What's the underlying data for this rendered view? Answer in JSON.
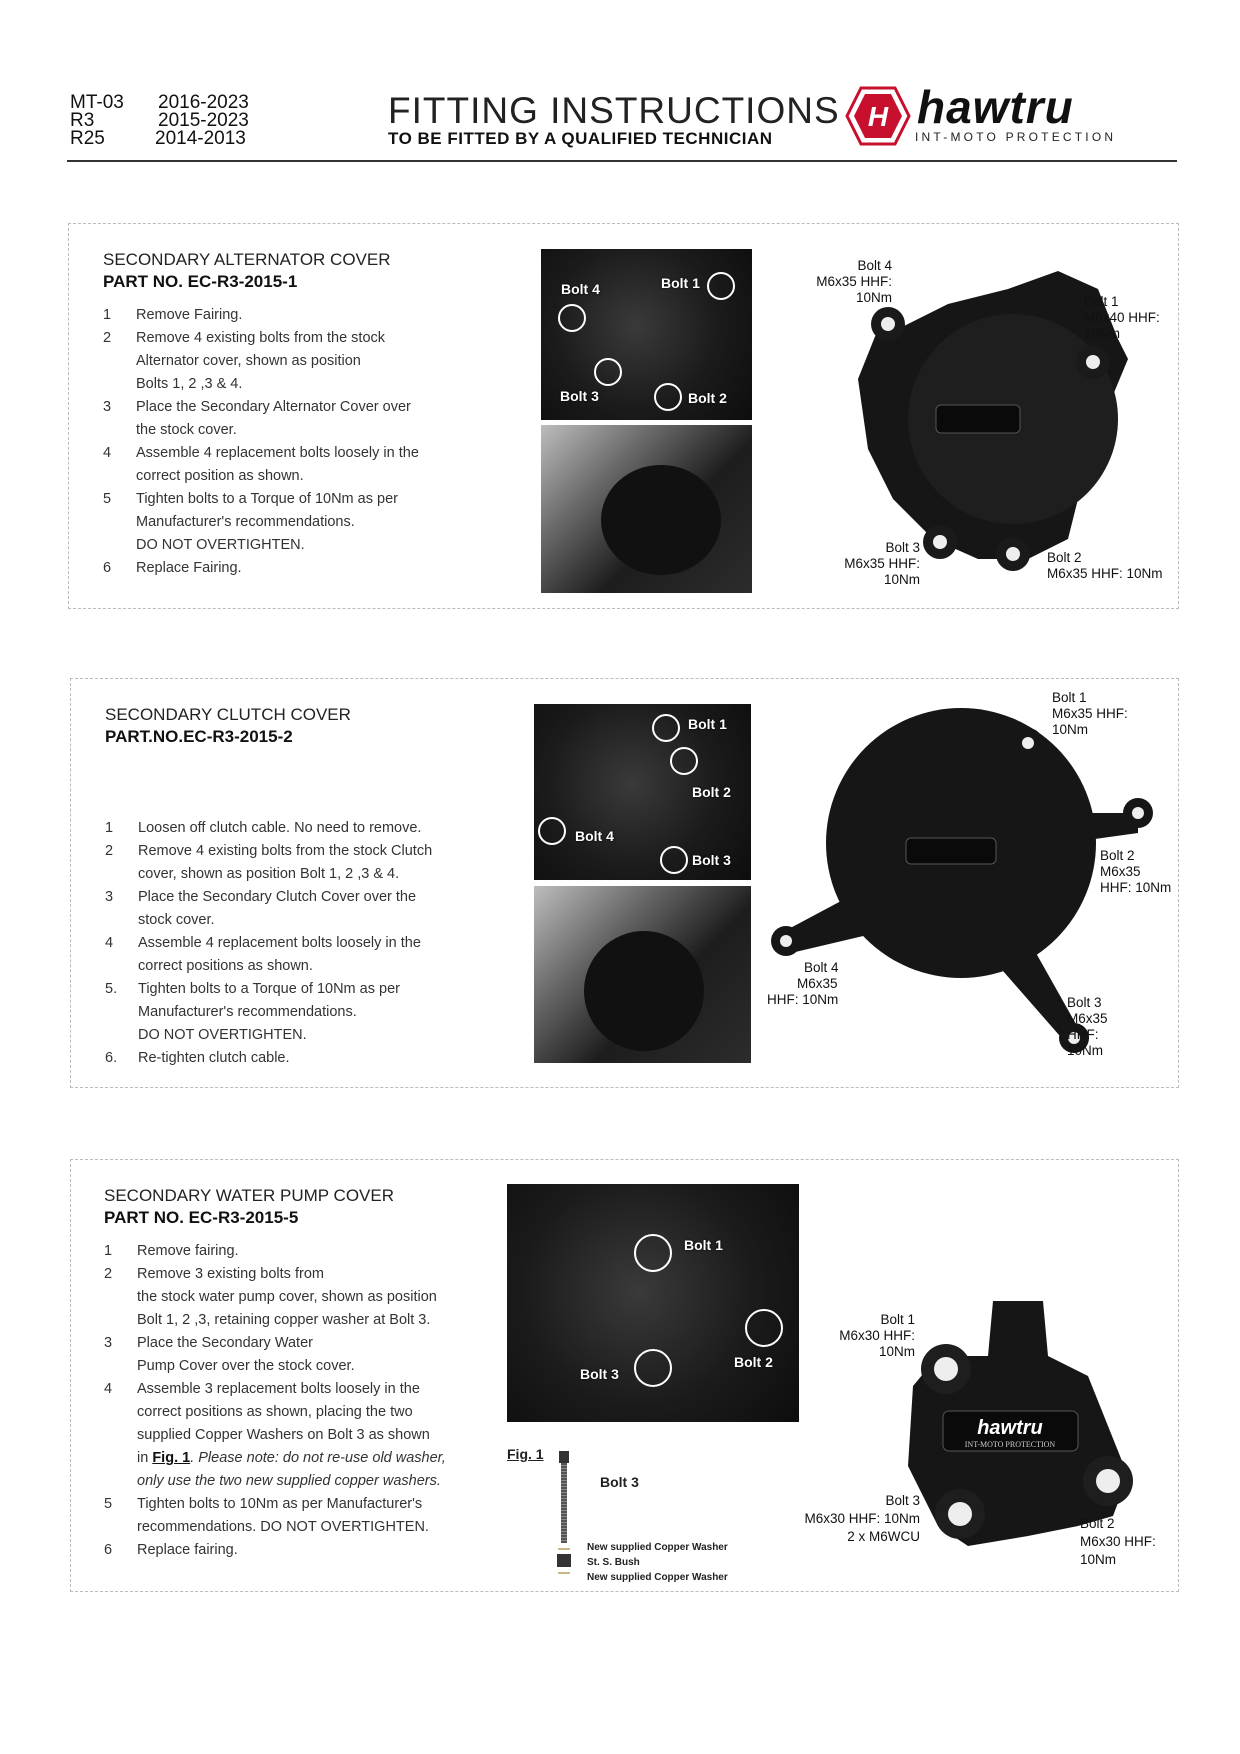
{
  "header": {
    "models": [
      {
        "model": "MT-03",
        "years": "2016-2023"
      },
      {
        "model": "R3",
        "years": "2015-2023"
      },
      {
        "model": "R25",
        "years": "2014-2013"
      }
    ],
    "title": "FITTING INSTRUCTIONS",
    "subtitle": "TO BE FITTED BY A QUALIFIED TECHNICIAN",
    "logo_word": "hawtru",
    "logo_tagline": "INT-MOTO PROTECTION"
  },
  "colors": {
    "brand_red": "#c8102e",
    "text": "#222222"
  },
  "sections": [
    {
      "title": "SECONDARY ALTERNATOR COVER",
      "part": "PART NO. EC-R3-2015-1",
      "steps": [
        {
          "n": "1",
          "lines": [
            "Remove Fairing."
          ]
        },
        {
          "n": "2",
          "lines": [
            "Remove 4 existing bolts from the stock",
            "Alternator cover, shown as position",
            "Bolts 1, 2 ,3 & 4."
          ]
        },
        {
          "n": "3",
          "lines": [
            "Place the Secondary Alternator Cover over",
            "the stock cover."
          ]
        },
        {
          "n": "4",
          "lines": [
            "Assemble 4 replacement bolts loosely in the",
            "correct position as shown."
          ]
        },
        {
          "n": "5",
          "lines": [
            "Tighten bolts to a Torque of 10Nm as per",
            "Manufacturer's recommendations.",
            "DO NOT OVERTIGHTEN."
          ]
        },
        {
          "n": "6",
          "lines": [
            "Replace Fairing."
          ]
        }
      ],
      "photo_labels": [
        "Bolt 4",
        "Bolt 1",
        "Bolt 3",
        "Bolt 2"
      ],
      "bolts": {
        "b4": [
          "Bolt 4",
          "M6x35 HHF:",
          "10Nm"
        ],
        "b1": [
          "Bolt 1",
          "M6x40 HHF:",
          "10Nm"
        ],
        "b3": [
          "Bolt 3",
          "M6x35 HHF:",
          "10Nm"
        ],
        "b2": [
          "Bolt 2",
          "M6x35 HHF: 10Nm"
        ]
      }
    },
    {
      "title": "SECONDARY CLUTCH COVER",
      "part": "PART.NO.EC-R3-2015-2",
      "steps": [
        {
          "n": "1",
          "lines": [
            "Loosen off clutch cable. No need to remove."
          ]
        },
        {
          "n": "2",
          "lines": [
            "Remove 4 existing bolts from the stock Clutch",
            "cover, shown as position Bolt 1, 2 ,3 & 4."
          ]
        },
        {
          "n": "3",
          "lines": [
            "Place the Secondary Clutch Cover over the",
            "stock cover."
          ]
        },
        {
          "n": "4",
          "lines": [
            "Assemble 4 replacement bolts loosely in the",
            "correct positions as shown."
          ]
        },
        {
          "n": "5.",
          "lines": [
            "Tighten bolts to a Torque of 10Nm as per",
            "Manufacturer's recommendations.",
            "DO NOT OVERTIGHTEN."
          ]
        },
        {
          "n": "6.",
          "lines": [
            "Re-tighten clutch cable."
          ]
        }
      ],
      "photo_labels": [
        "Bolt 1",
        "Bolt 2",
        "Bolt 4",
        "Bolt 3"
      ],
      "bolts": {
        "b1": [
          "Bolt 1",
          "M6x35 HHF:",
          "10Nm"
        ],
        "b2": [
          "Bolt 2",
          "M6x35",
          "HHF: 10Nm"
        ],
        "b4": [
          "Bolt 4",
          "M6x35",
          "HHF: 10Nm"
        ],
        "b3": [
          "Bolt 3",
          "M6x35",
          "HHF:",
          "10Nm"
        ]
      }
    },
    {
      "title": "SECONDARY WATER PUMP COVER",
      "part": "PART NO. EC-R3-2015-5",
      "steps": [
        {
          "n": "1",
          "lines": [
            "Remove fairing."
          ]
        },
        {
          "n": "2",
          "lines": [
            "Remove 3 existing bolts from",
            "the stock water pump cover, shown as position",
            "Bolt 1, 2 ,3, retaining copper washer at Bolt 3."
          ]
        },
        {
          "n": "3",
          "lines": [
            "Place the Secondary Water",
            "Pump Cover over the stock cover."
          ]
        },
        {
          "n": "4",
          "lines": [
            "Assemble 3 replacement bolts loosely in the",
            "correct positions as shown, placing the two",
            "supplied Copper Washers on Bolt 3 as shown"
          ]
        },
        {
          "n": "5",
          "lines": [
            "Tighten bolts to 10Nm as per Manufacturer's",
            "recommendations.   DO NOT OVERTIGHTEN."
          ]
        },
        {
          "n": "6",
          "lines": [
            "Replace fairing."
          ]
        }
      ],
      "step4_ref_prefix": "in ",
      "step4_ref": "Fig. 1",
      "step4_note": ". Please note: do not re-use old washer,",
      "step4_note2": "only use the two new supplied copper washers.",
      "photo_labels": [
        "Bolt 1",
        "Bolt 3",
        "Bolt 2"
      ],
      "fig": {
        "label": "Fig. 1",
        "bolt": "Bolt 3",
        "parts": [
          "New supplied Copper Washer",
          "St. S. Bush",
          "New supplied Copper Washer"
        ]
      },
      "bolts": {
        "b1": [
          "Bolt 1",
          "M6x30 HHF:",
          "10Nm"
        ],
        "b3": [
          "Bolt 3",
          "M6x30 HHF: 10Nm",
          "2 x M6WCU"
        ],
        "b2": [
          "Bolt 2",
          "M6x30 HHF:",
          "10Nm"
        ]
      }
    }
  ]
}
